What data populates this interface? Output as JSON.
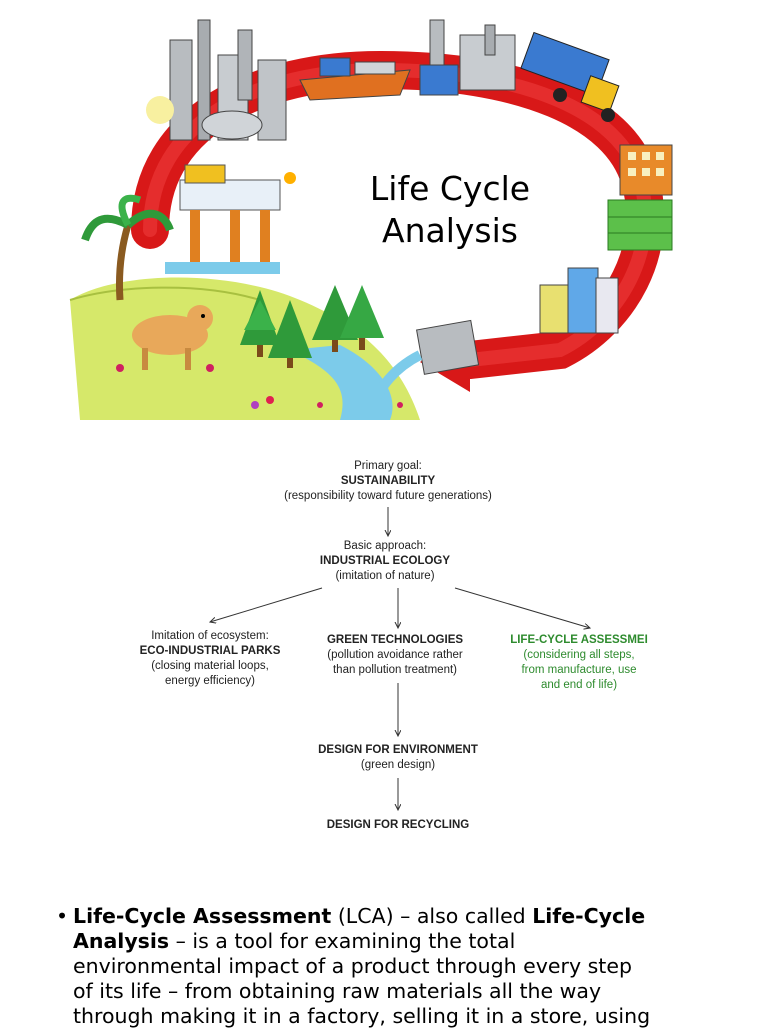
{
  "slide": {
    "title_line1": "Life Cycle",
    "title_line2": "Analysis"
  },
  "diagram": {
    "primary": {
      "label": "Primary goal:",
      "name": "SUSTAINABILITY",
      "desc": "(responsibility toward future generations)"
    },
    "approach": {
      "label": "Basic approach:",
      "name": "INDUSTRIAL ECOLOGY",
      "desc": "(imitation of nature)"
    },
    "eco": {
      "label": "Imitation of ecosystem:",
      "name": "ECO-INDUSTRIAL PARKS",
      "desc1": "(closing material loops,",
      "desc2": "energy efficiency)"
    },
    "green_tech": {
      "name": "GREEN TECHNOLOGIES",
      "desc1": "(pollution avoidance rather",
      "desc2": "than pollution treatment)"
    },
    "lca": {
      "name": "LIFE-CYCLE ASSESSMEI",
      "desc1": "(considering all steps,",
      "desc2": "from manufacture, use",
      "desc3": "and end of life)"
    },
    "dfe": {
      "name": "DESIGN FOR ENVIRONMENT",
      "desc": "(green design)"
    },
    "dfr": {
      "name": "DESIGN FOR RECYCLING"
    }
  },
  "bullet": {
    "marker": "•",
    "term1": "Life-Cycle Assessment",
    "abbr": " (LCA) – also called ",
    "term2": "Life-Cycle Analysis",
    "rest_line1": " – is a tool for examining the total",
    "line3": "environmental impact of a product through every step",
    "line4": "of its life – from obtaining raw materials all the way",
    "line5": "through making it in a factory, selling it in a store, using"
  },
  "colors": {
    "arrow_red": "#e01010",
    "lca_green": "#2e8b2e",
    "grass": "#c8e05a",
    "water": "#6ec6e8"
  }
}
